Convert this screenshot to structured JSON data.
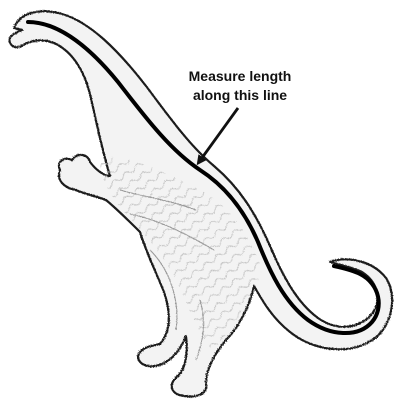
{
  "annotation": {
    "line1": "Measure length",
    "line2": "along this line"
  },
  "colors": {
    "background": "#ffffff",
    "outline": "#1a1a1a",
    "body_fill": "#f3f3f3",
    "texture": "#b5b5b5",
    "measure_line": "#000000"
  },
  "icons": {
    "subject": "sauropod-dinosaur-illustration",
    "pointer": "arrow-pointer"
  }
}
